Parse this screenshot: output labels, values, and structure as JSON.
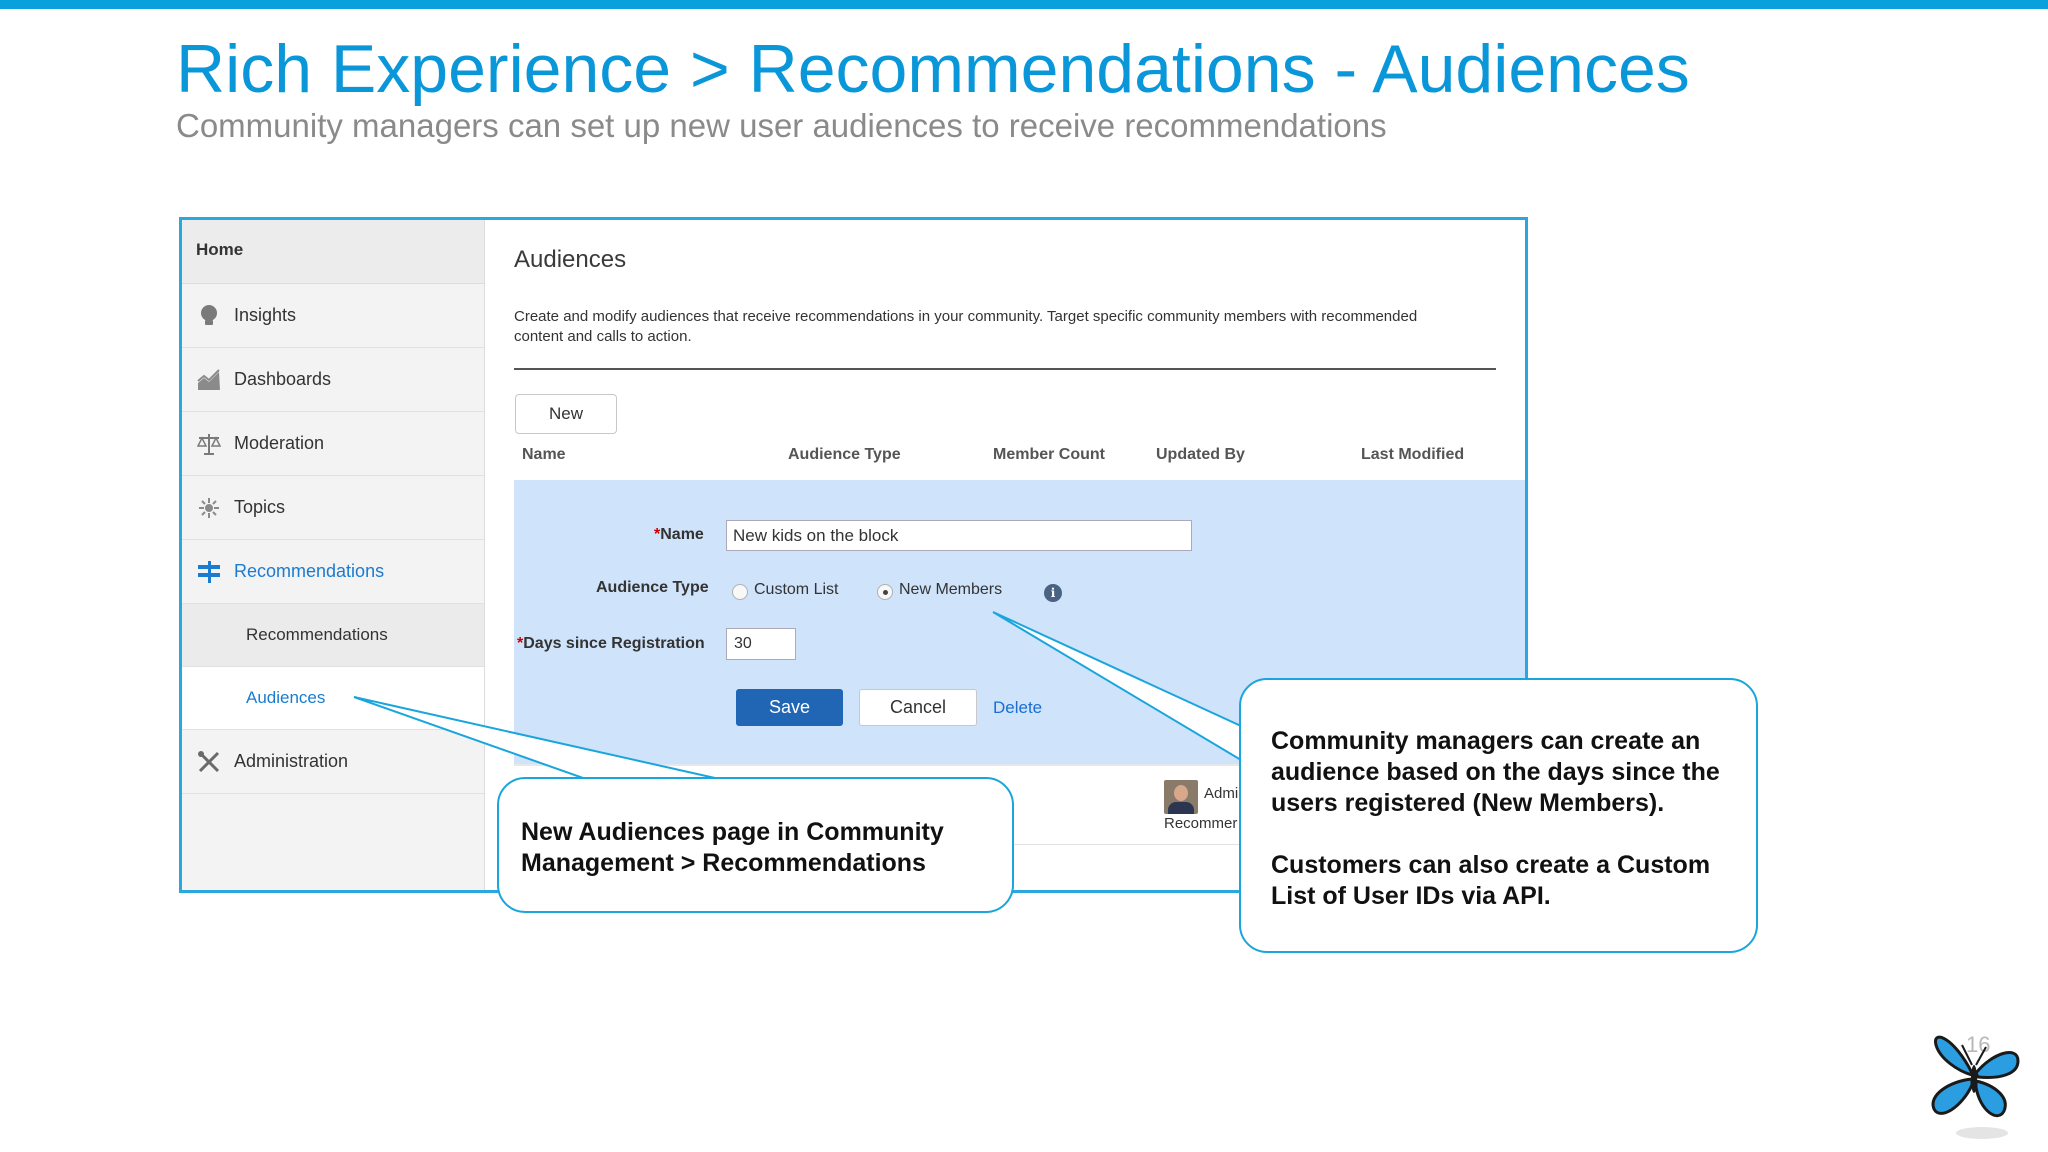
{
  "slide": {
    "title": "Rich Experience > Recommendations - Audiences",
    "subtitle": "Community managers can set up new user audiences to receive recommendations",
    "page_number": "16"
  },
  "sidebar": {
    "home": "Home",
    "items": [
      {
        "label": "Insights",
        "icon": "lightbulb-icon"
      },
      {
        "label": "Dashboards",
        "icon": "chart-icon"
      },
      {
        "label": "Moderation",
        "icon": "scales-icon"
      },
      {
        "label": "Topics",
        "icon": "topics-icon"
      },
      {
        "label": "Recommendations",
        "icon": "signpost-icon"
      }
    ],
    "subitems": [
      "Recommendations",
      "Audiences"
    ],
    "administration": "Administration"
  },
  "main": {
    "title": "Audiences",
    "description": "Create and modify audiences that receive recommendations in your community. Target specific community members with recommended content and calls to action.",
    "new_button": "New",
    "columns": [
      "Name",
      "Audience Type",
      "Member Count",
      "Updated By",
      "Last Modified"
    ]
  },
  "form": {
    "name_label": "Name",
    "name_value": "New kids on the block",
    "type_label": "Audience Type",
    "type_options": [
      "Custom List",
      "New Members"
    ],
    "type_selected": "New Members",
    "days_label": "Days since Registration",
    "days_value": "30",
    "save": "Save",
    "cancel": "Cancel",
    "delete": "Delete"
  },
  "row": {
    "updated_by": "Admi",
    "row_text": "Recommer"
  },
  "callouts": {
    "left": "New Audiences page in Community Management > Recommendations",
    "right_1": "Community managers can create an audience based on the days since the users registered (New Members).",
    "right_2": "Customers can also create a Custom List of User IDs via API."
  },
  "colors": {
    "brand_blue": "#0a97d9",
    "save_button": "#2166b5",
    "form_panel": "#cfe3fb",
    "callout_border": "#1aa5dd"
  }
}
